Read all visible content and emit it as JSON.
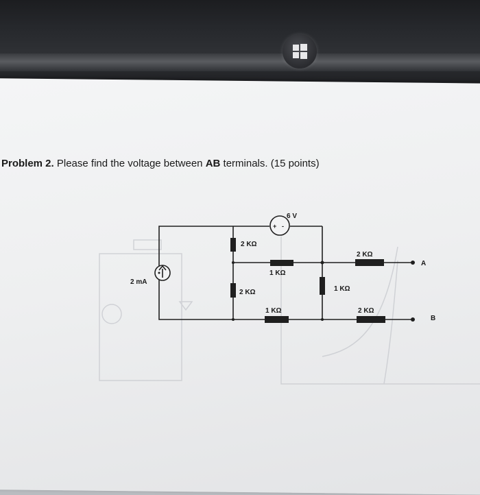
{
  "problem": {
    "number_label": "Problem 2.",
    "text_before": " Please find the voltage between ",
    "terminals": "AB",
    "text_after": " terminals. (15 points)"
  },
  "circuit": {
    "source_current": "2 mA",
    "source_voltage": "6 V",
    "voltage_plus": "+",
    "voltage_minus": "-",
    "r_top_vertical": "2 KΩ",
    "r_middle_horizontal": "1 KΩ",
    "r_to_a": "2 KΩ",
    "r_lower_vertical_left": "2 KΩ",
    "r_lower_vertical_right": "1 KΩ",
    "r_bottom_horizontal": "1 KΩ",
    "r_to_b": "2 KΩ",
    "terminal_a": "A",
    "terminal_b": "B"
  }
}
